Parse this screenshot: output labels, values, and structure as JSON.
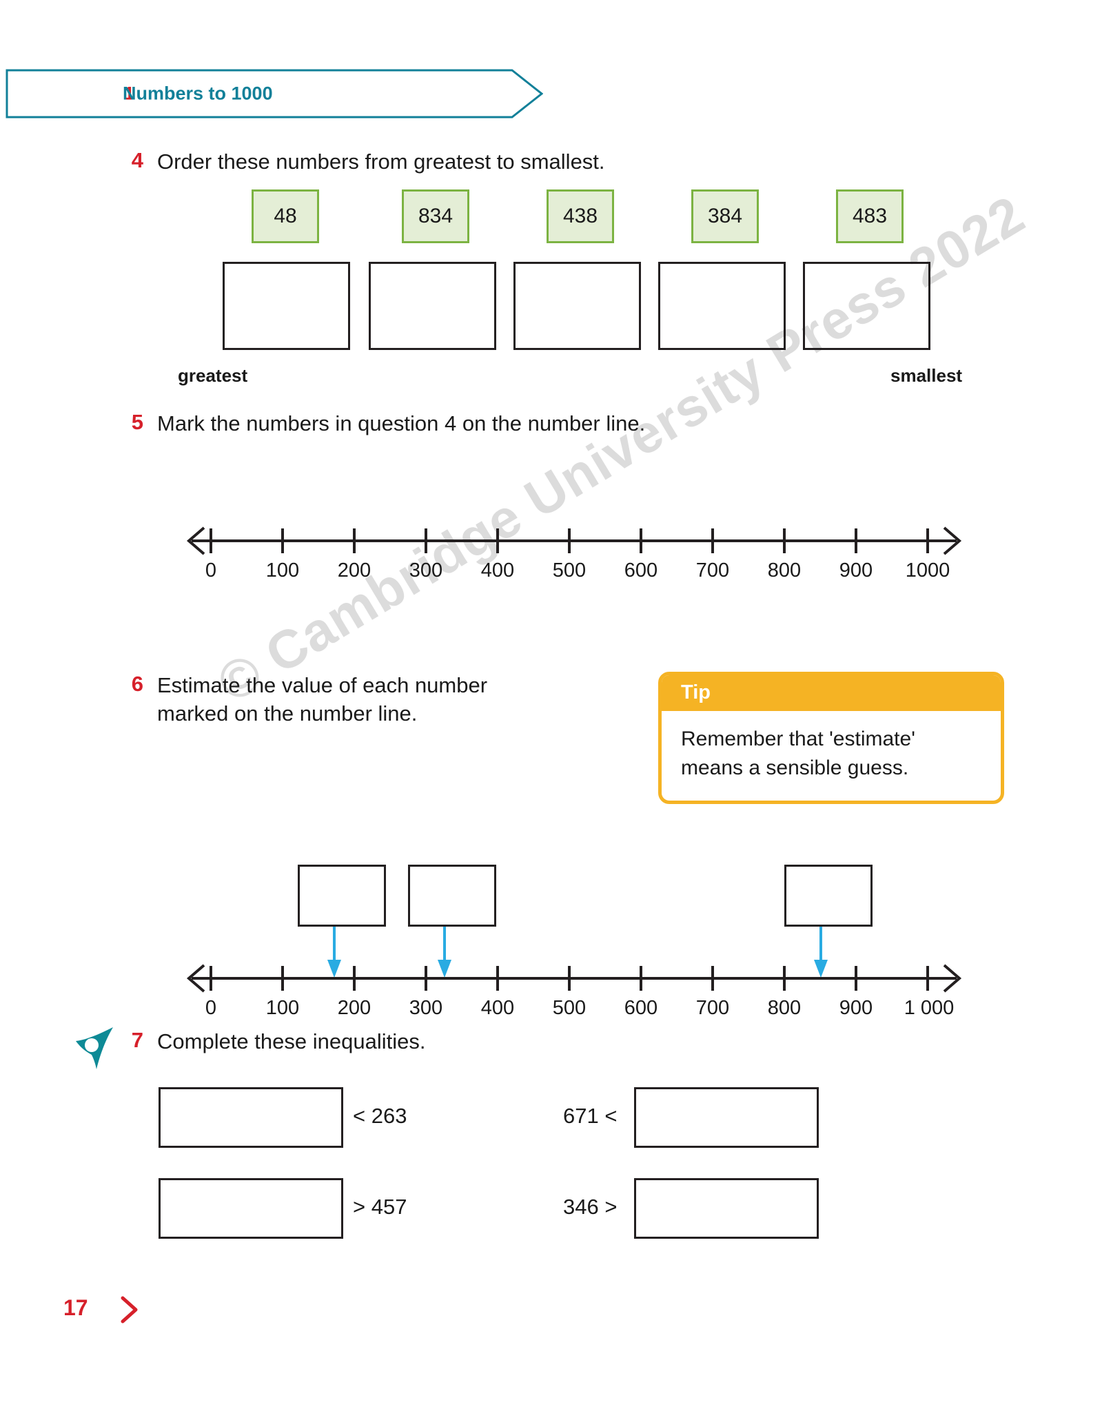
{
  "banner": {
    "unit_number": "1",
    "unit_title": "Numbers to 1000",
    "accent_color": "#128099",
    "number_color": "#d6202a"
  },
  "watermark": {
    "text": "© Cambridge University Press 2022",
    "color": "#d6d6d6"
  },
  "questions": [
    {
      "number": "4",
      "prompt": "Order these numbers from greatest to smallest.",
      "number_cards": [
        "48",
        "834",
        "438",
        "384",
        "483"
      ],
      "card_fill": "#e4eed6",
      "card_border": "#7cb342",
      "answer_boxes": [
        "",
        "",
        "",
        "",
        ""
      ],
      "left_label": "greatest",
      "right_label": "smallest"
    },
    {
      "number": "5",
      "prompt": "Mark the numbers in question 4 on the number line.",
      "number_line": {
        "ticks": [
          "0",
          "100",
          "200",
          "300",
          "400",
          "500",
          "600",
          "700",
          "800",
          "900",
          "1000"
        ],
        "min": 0,
        "max": 1000,
        "step": 100,
        "arrows_both_ends": true
      }
    },
    {
      "number": "6",
      "prompt_line1": "Estimate the value of each number",
      "prompt_line2": "marked on the number line.",
      "number_line": {
        "ticks": [
          "0",
          "100",
          "200",
          "300",
          "400",
          "500",
          "600",
          "700",
          "800",
          "900",
          "1 000"
        ],
        "min": 0,
        "max": 1000,
        "step": 100,
        "arrows_both_ends": true
      },
      "markers": [
        {
          "value": 170,
          "answer": ""
        },
        {
          "value": 325,
          "answer": ""
        },
        {
          "value": 850,
          "answer": ""
        }
      ],
      "marker_color": "#29abe2"
    },
    {
      "number": "7",
      "prompt": "Complete these inequalities.",
      "icon": "challenge-star-icon",
      "icon_color": "#0e8a96",
      "inequalities": [
        {
          "left_box": true,
          "left_value": "",
          "operator": "<",
          "right_box": false,
          "right_value": "263"
        },
        {
          "left_box": false,
          "left_value": "671",
          "operator": "<",
          "right_box": true,
          "right_value": ""
        },
        {
          "left_box": true,
          "left_value": "",
          "operator": ">",
          "right_box": false,
          "right_value": "457"
        },
        {
          "left_box": false,
          "left_value": "346",
          "operator": ">",
          "right_box": true,
          "right_value": ""
        }
      ]
    }
  ],
  "tip": {
    "heading": "Tip",
    "body_line1": "Remember that 'estimate'",
    "body_line2": "means a sensible guess.",
    "accent_color": "#f5b324"
  },
  "footer": {
    "page_number": "17",
    "chevron": "chevron-right-icon",
    "color": "#d6202a"
  }
}
